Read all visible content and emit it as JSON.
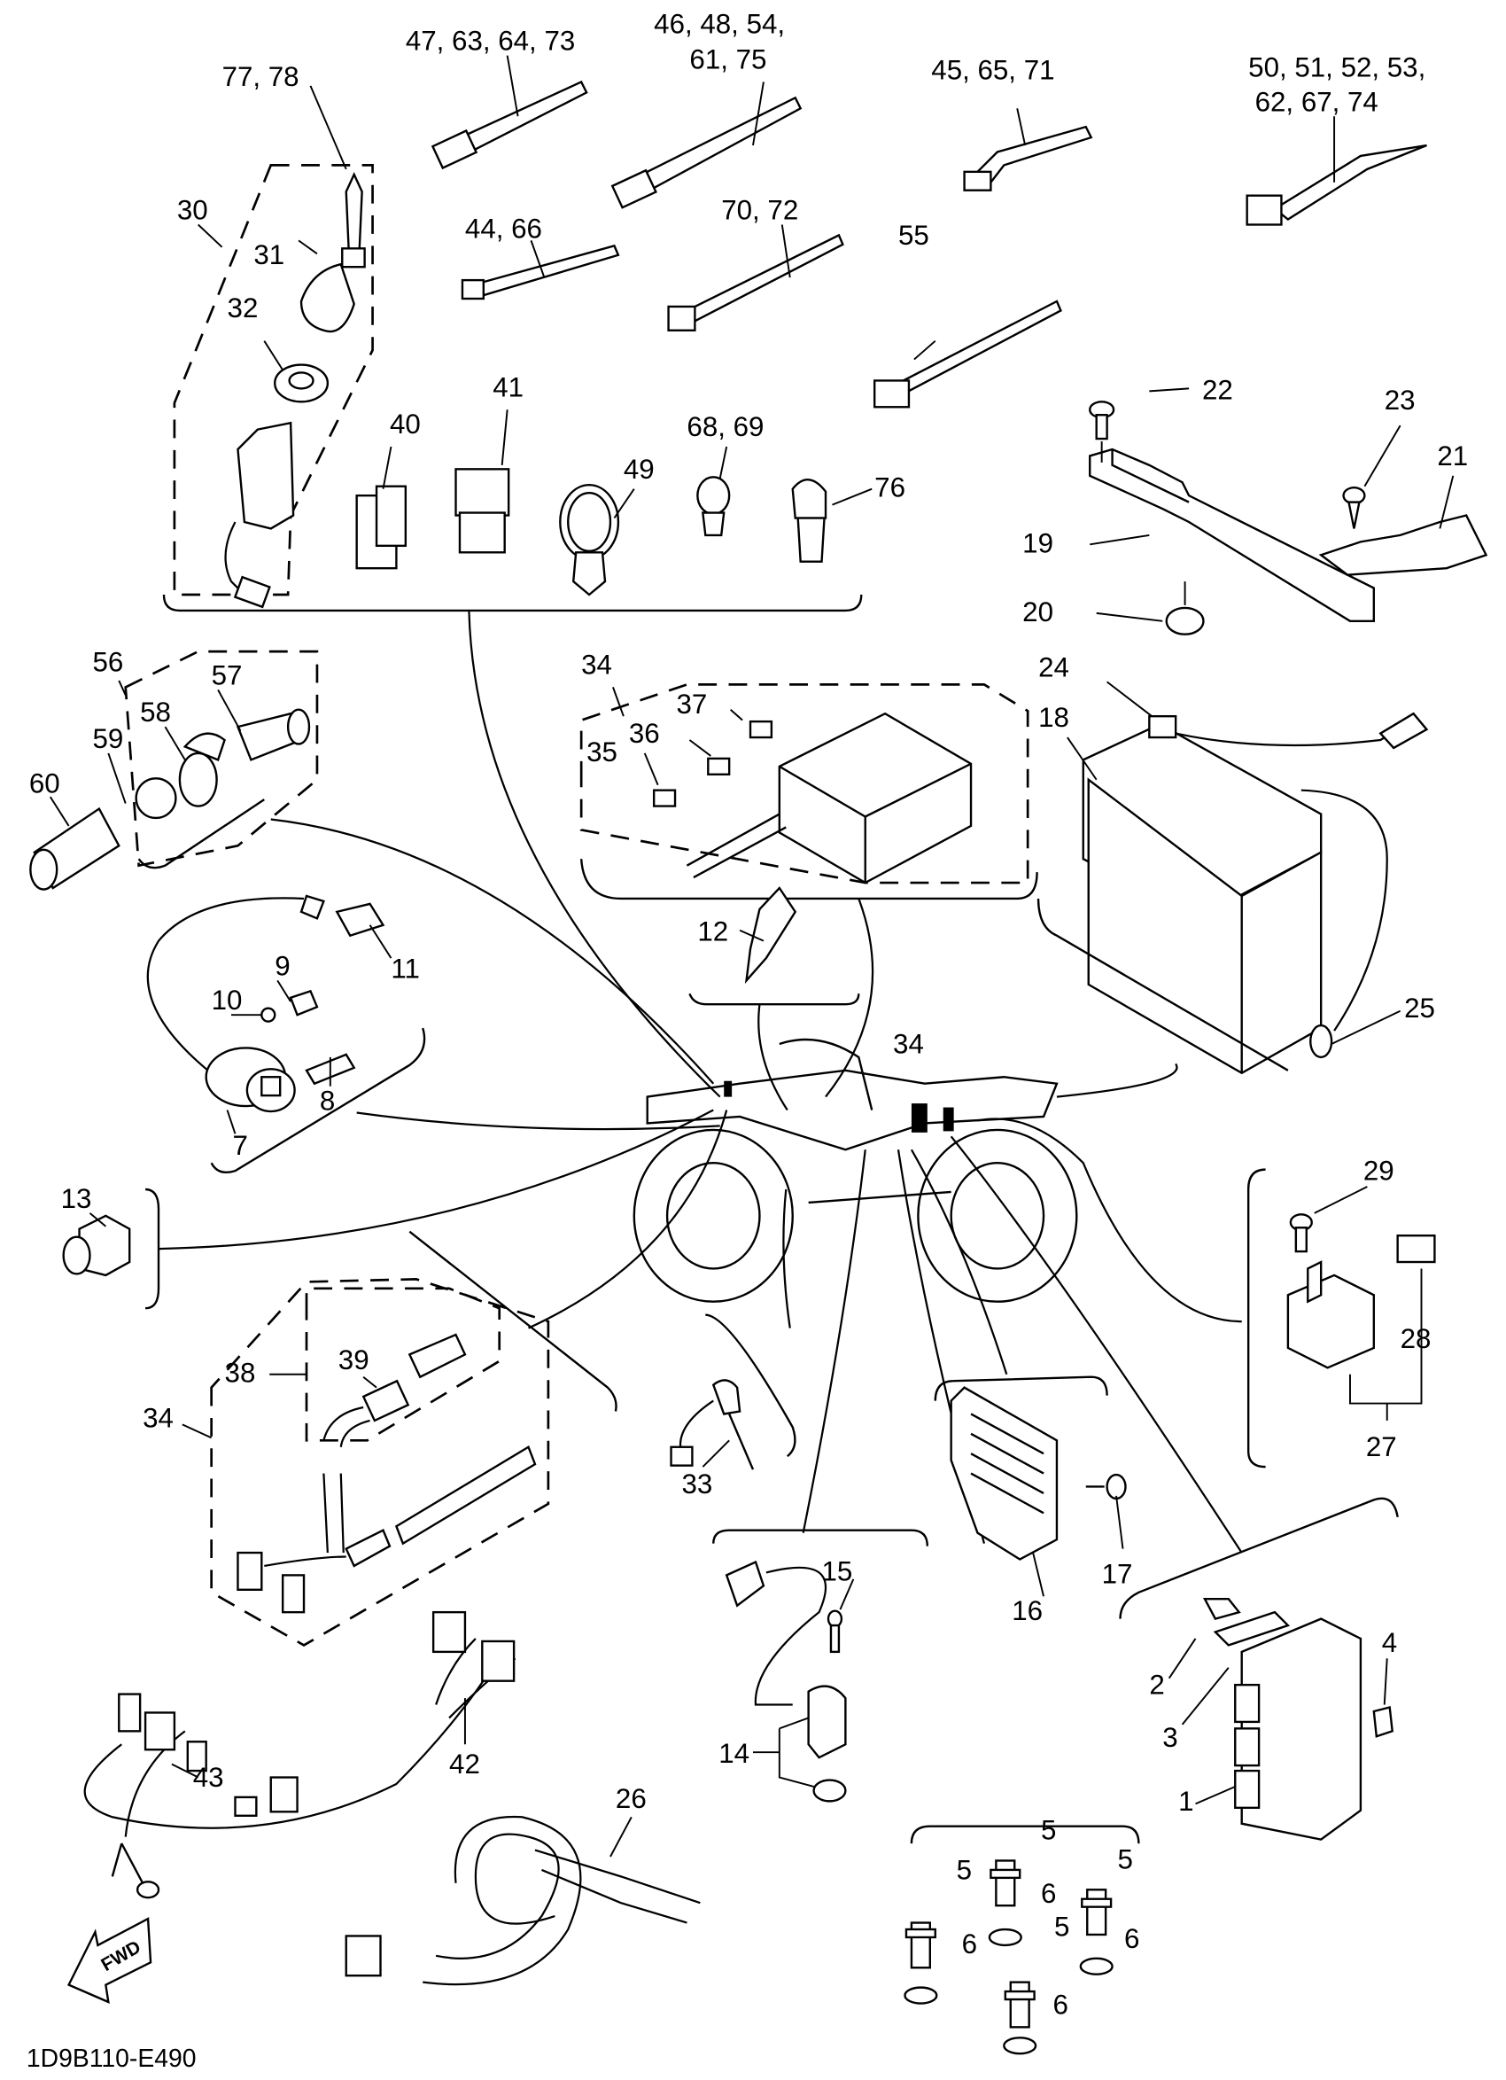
{
  "diagram": {
    "title": "Electrical parts exploded view",
    "code": "1D9B110-E490",
    "direction_badge": "FWD",
    "callouts": [
      {
        "id": "c-77-78",
        "text": "77, 78"
      },
      {
        "id": "c-47",
        "text": "47, 63, 64, 73"
      },
      {
        "id": "c-46a",
        "text": "46, 48, 54,"
      },
      {
        "id": "c-46b",
        "text": "61, 75"
      },
      {
        "id": "c-45",
        "text": "45, 65, 71"
      },
      {
        "id": "c-50a",
        "text": "50, 51, 52, 53,"
      },
      {
        "id": "c-50b",
        "text": "62, 67, 74"
      },
      {
        "id": "c-30",
        "text": "30"
      },
      {
        "id": "c-31",
        "text": "31"
      },
      {
        "id": "c-32",
        "text": "32"
      },
      {
        "id": "c-44",
        "text": "44, 66"
      },
      {
        "id": "c-70",
        "text": "70, 72"
      },
      {
        "id": "c-55",
        "text": "55"
      },
      {
        "id": "c-22",
        "text": "22"
      },
      {
        "id": "c-23",
        "text": "23"
      },
      {
        "id": "c-21",
        "text": "21"
      },
      {
        "id": "c-19",
        "text": "19"
      },
      {
        "id": "c-20",
        "text": "20"
      },
      {
        "id": "c-40",
        "text": "40"
      },
      {
        "id": "c-41",
        "text": "41"
      },
      {
        "id": "c-49",
        "text": "49"
      },
      {
        "id": "c-68",
        "text": "68, 69"
      },
      {
        "id": "c-76",
        "text": "76"
      },
      {
        "id": "c-56",
        "text": "56"
      },
      {
        "id": "c-57",
        "text": "57"
      },
      {
        "id": "c-58",
        "text": "58"
      },
      {
        "id": "c-59",
        "text": "59"
      },
      {
        "id": "c-60",
        "text": "60"
      },
      {
        "id": "c-34a",
        "text": "34"
      },
      {
        "id": "c-37",
        "text": "37"
      },
      {
        "id": "c-36",
        "text": "36"
      },
      {
        "id": "c-35",
        "text": "35"
      },
      {
        "id": "c-24",
        "text": "24"
      },
      {
        "id": "c-18",
        "text": "18"
      },
      {
        "id": "c-25",
        "text": "25"
      },
      {
        "id": "c-9",
        "text": "9"
      },
      {
        "id": "c-10",
        "text": "10"
      },
      {
        "id": "c-11",
        "text": "11"
      },
      {
        "id": "c-8",
        "text": "8"
      },
      {
        "id": "c-7",
        "text": "7"
      },
      {
        "id": "c-12",
        "text": "12"
      },
      {
        "id": "c-34b",
        "text": "34"
      },
      {
        "id": "c-13",
        "text": "13"
      },
      {
        "id": "c-29",
        "text": "29"
      },
      {
        "id": "c-28",
        "text": "28"
      },
      {
        "id": "c-27",
        "text": "27"
      },
      {
        "id": "c-39",
        "text": "39"
      },
      {
        "id": "c-38",
        "text": "38"
      },
      {
        "id": "c-34c",
        "text": "34"
      },
      {
        "id": "c-33",
        "text": "33"
      },
      {
        "id": "c-16",
        "text": "16"
      },
      {
        "id": "c-17",
        "text": "17"
      },
      {
        "id": "c-15",
        "text": "15"
      },
      {
        "id": "c-14",
        "text": "14"
      },
      {
        "id": "c-2",
        "text": "2"
      },
      {
        "id": "c-4",
        "text": "4"
      },
      {
        "id": "c-3",
        "text": "3"
      },
      {
        "id": "c-1",
        "text": "1"
      },
      {
        "id": "c-43",
        "text": "43"
      },
      {
        "id": "c-42",
        "text": "42"
      },
      {
        "id": "c-26",
        "text": "26"
      },
      {
        "id": "c-5a",
        "text": "5"
      },
      {
        "id": "c-5b",
        "text": "5"
      },
      {
        "id": "c-5c",
        "text": "5"
      },
      {
        "id": "c-5d",
        "text": "5"
      },
      {
        "id": "c-6a",
        "text": "6"
      },
      {
        "id": "c-6b",
        "text": "6"
      },
      {
        "id": "c-6c",
        "text": "6"
      },
      {
        "id": "c-6d",
        "text": "6"
      }
    ]
  }
}
